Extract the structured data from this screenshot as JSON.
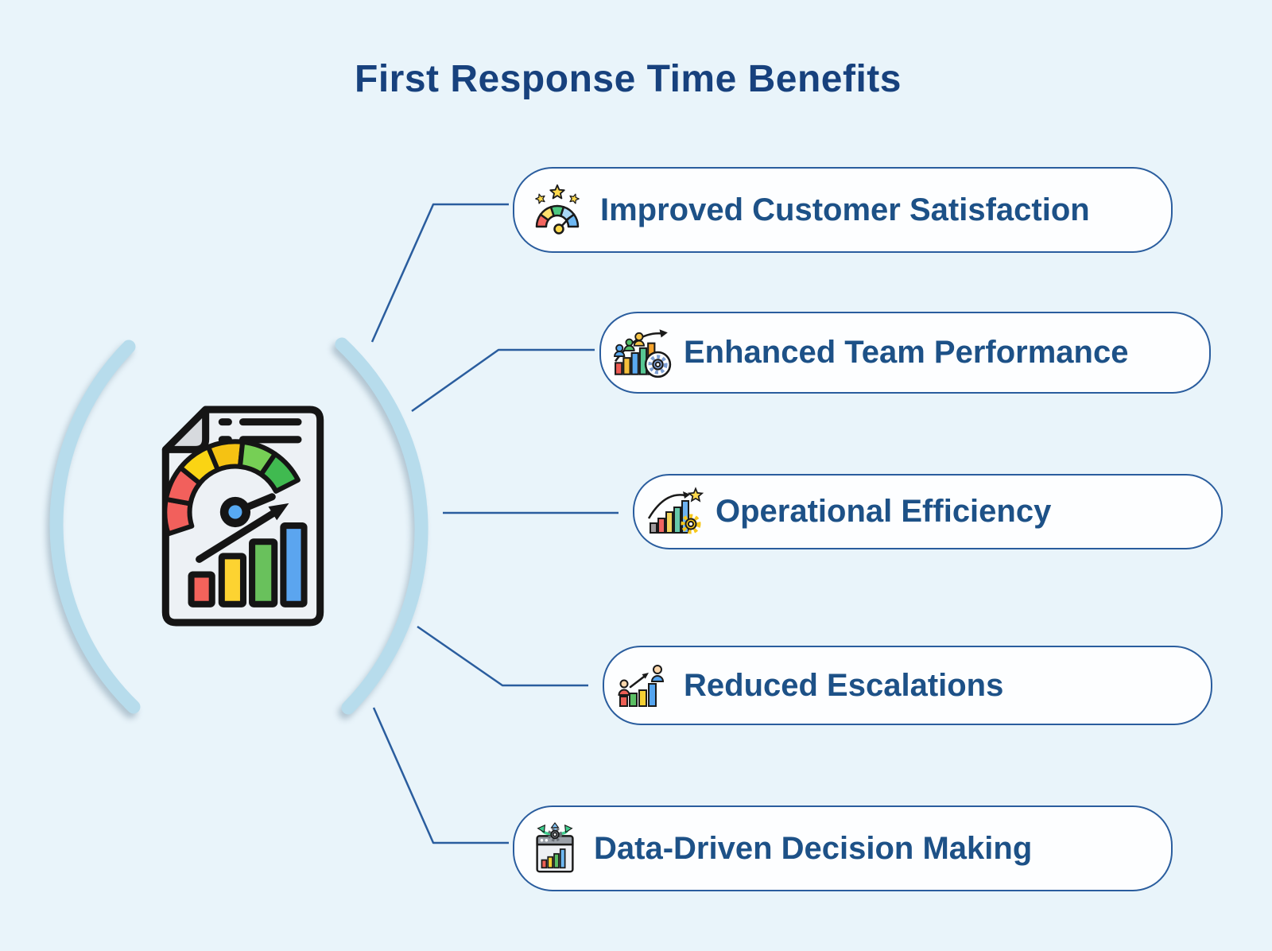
{
  "title": "First Response Time Benefits",
  "center": {
    "icon": "performance-report-icon"
  },
  "benefits": [
    {
      "label": "Improved Customer Satisfaction",
      "icon": "satisfaction-gauge-icon"
    },
    {
      "label": "Enhanced Team Performance",
      "icon": "team-performance-icon"
    },
    {
      "label": "Operational Efficiency",
      "icon": "efficiency-gear-chart-icon"
    },
    {
      "label": "Reduced Escalations",
      "icon": "escalations-people-chart-icon"
    },
    {
      "label": "Data-Driven Decision Making",
      "icon": "data-decision-window-icon"
    }
  ],
  "colors": {
    "background": "#e9f4fa",
    "card_background": "#fdfeff",
    "card_border": "#2a5d9e",
    "connector": "#2a5d9e",
    "arc": "#b7dcec",
    "title": "#17417d",
    "text": "#1d5187"
  }
}
